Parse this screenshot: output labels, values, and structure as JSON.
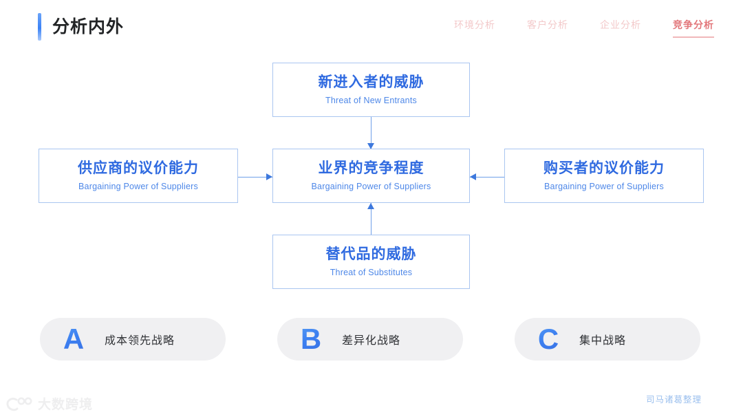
{
  "header": {
    "title": "分析内外",
    "accent_color": "#3b82f6",
    "tabs": [
      {
        "label": "环境分析",
        "active": false
      },
      {
        "label": "客户分析",
        "active": false
      },
      {
        "label": "企业分析",
        "active": false
      },
      {
        "label": "竞争分析",
        "active": true
      }
    ],
    "tab_color": "#f3c9ca",
    "tab_active_color": "#e2767a"
  },
  "diagram": {
    "name": "five-forces",
    "border_color": "#a9c5f0",
    "cn_color": "#2f6ae0",
    "en_color": "#4d87e8",
    "arrow_color": "#3d78dd",
    "boxes": {
      "top": {
        "cn": "新进入者的威胁",
        "en": "Threat of New Entrants"
      },
      "center": {
        "cn": "业界的竞争程度",
        "en": "Bargaining Power of Suppliers"
      },
      "bottom": {
        "cn": "替代品的威胁",
        "en": "Threat of Substitutes"
      },
      "left": {
        "cn": "供应商的议价能力",
        "en": "Bargaining Power of Suppliers"
      },
      "right": {
        "cn": "购买者的议价能力",
        "en": "Bargaining Power of Suppliers"
      }
    }
  },
  "strategies": {
    "card_bg": "#f0f0f2",
    "letter_color": "#3b7ef0",
    "items": [
      {
        "letter": "A",
        "label": "成本领先战略"
      },
      {
        "letter": "B",
        "label": "差异化战略"
      },
      {
        "letter": "C",
        "label": "集中战略"
      }
    ]
  },
  "footer": {
    "credit": "司马诸葛整理",
    "credit_color": "#9cc0ee",
    "watermark": "大数跨境"
  }
}
